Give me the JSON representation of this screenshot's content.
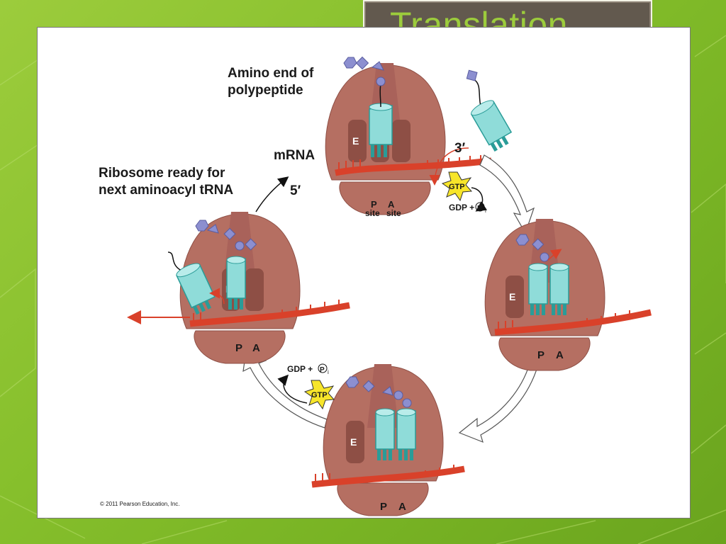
{
  "slide": {
    "title": "Translation"
  },
  "labels": {
    "amino_end_line1": "Amino end of",
    "amino_end_line2": "polypeptide",
    "mrna": "mRNA",
    "three_prime": "3′",
    "five_prime": "5′",
    "ready_line1": "Ribosome ready for",
    "ready_line2": "next aminoacyl tRNA",
    "p_site": "P",
    "a_site": "A",
    "site1": "site",
    "site2": "site",
    "e_site": "E",
    "gtp": "GTP",
    "gdp_plus": "GDP +",
    "pi_letter": "P",
    "pi_sub": "i",
    "copyright": "© 2011 Pearson Education, Inc."
  },
  "colors": {
    "ribosome": "#b56f62",
    "ribosome_dark": "#8e4f45",
    "trna": "#8fdcd9",
    "trna_dark": "#2a9c98",
    "mrna": "#d9412a",
    "amino_acid": "#8c8fd0",
    "gtp_star": "#f7e52a"
  }
}
